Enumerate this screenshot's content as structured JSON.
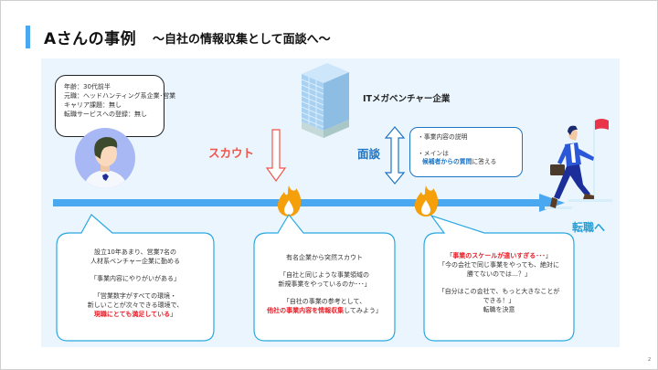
{
  "slide": {
    "title": "Aさんの事例",
    "subtitle": "～自社の情報収集として面談へ～",
    "page_number": "2"
  },
  "profile": {
    "lines": [
      "年齢：30代前半",
      "元職：ヘッドハンティング系企業･営業",
      "キャリア課題：無し",
      "転職サービスへの登録：無し"
    ]
  },
  "company": {
    "label": "ITメガベンチャー企業"
  },
  "scout": {
    "label": "スカウト"
  },
  "interview": {
    "label": "面談",
    "line1": "・事業内容の説明",
    "line2": "・メインは",
    "line3_highlight": "候補者からの質問",
    "line3_rest": "に答える"
  },
  "goal": {
    "label": "転職へ"
  },
  "bubbles": [
    {
      "line1": "設立10年あまり、営業7名の",
      "line2": "人材系ベンチャー企業に勤める",
      "line3": "「事業内容にやりがいがある」",
      "line4": "「営業数字がすべての環境・",
      "line5": "新しいことが次々できる環境で、",
      "line6_highlight": "現職にとても満足している",
      "line6_rest": "」"
    },
    {
      "line1": "有名企業から突然スカウト",
      "line2": "「自社と同じような事業領域の",
      "line3": "新規事業をやっているのか･･･」",
      "line4": "「自社の事業の参考として、",
      "line5_highlight": "他社の事業内容を情報収集",
      "line5_rest": "してみよう」"
    },
    {
      "line1_open": "「",
      "line1_highlight": "事業のスケールが違いすぎる･･･",
      "line1_close": "」",
      "line2": "「今の会社で同じ事業をやっても、絶対に",
      "line3": "勝てないのでは…？」",
      "line4": "「自分はこの会社で、もっと大きなことが",
      "line5": "できる！」",
      "line6": "転職を決意"
    }
  ],
  "colors": {
    "accent_blue": "#4aa8f0",
    "panel_bg": "#eaf5fe",
    "scout_red": "#f2554b",
    "interview_blue": "#1d74c4",
    "goal_cyan": "#23a0d8",
    "highlight_red": "#e8202a",
    "flame_orange": "#f5a00a",
    "bubble_border": "#29a9e1"
  },
  "icons": {
    "avatar": "person-avatar-icon",
    "building": "office-building-icon",
    "scout_arrow": "down-arrow-icon",
    "interview_arrow": "up-down-arrow-icon",
    "flame": "flame-icon",
    "runner": "businessman-running-to-flag-icon"
  }
}
